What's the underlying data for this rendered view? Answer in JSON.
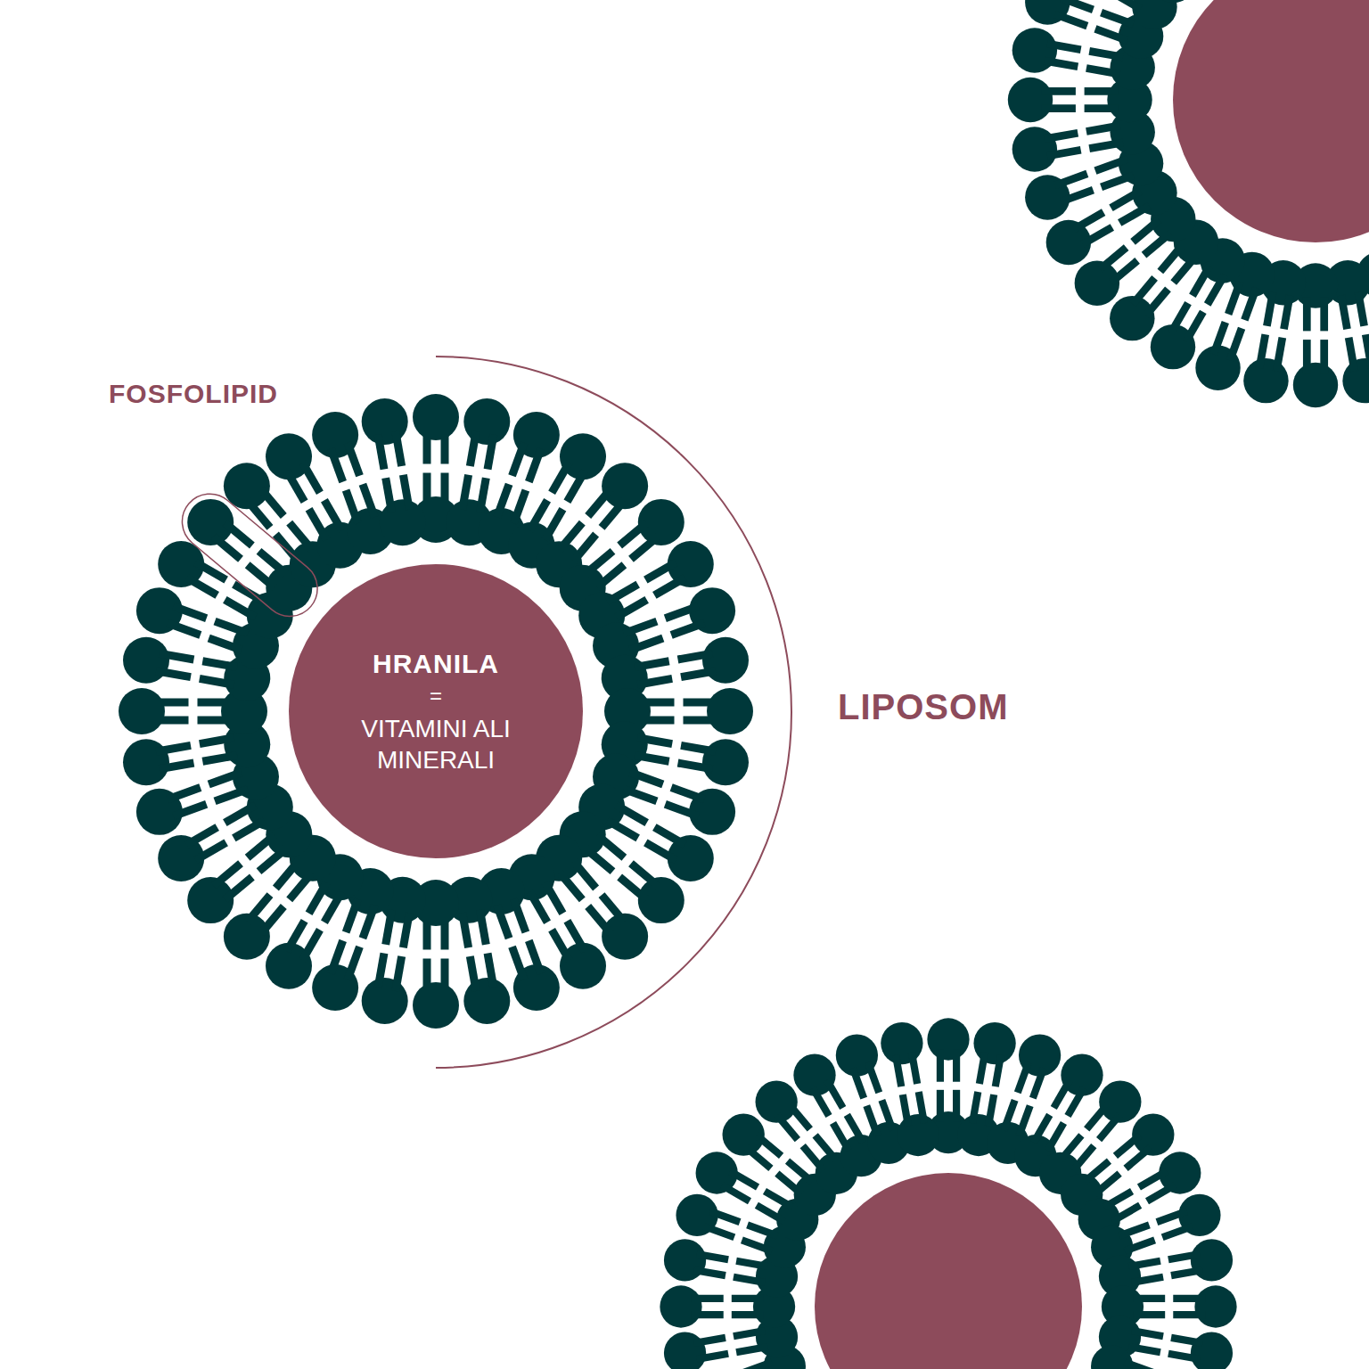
{
  "diagram": {
    "nodes": [
      {
        "text": [
          "HRANILA",
          "=",
          "VITAMINI ALI MINERALI"
        ]
      }
    ],
    "labels": [
      "FOSFOLIPID",
      "LIPOSOM"
    ]
  }
}
